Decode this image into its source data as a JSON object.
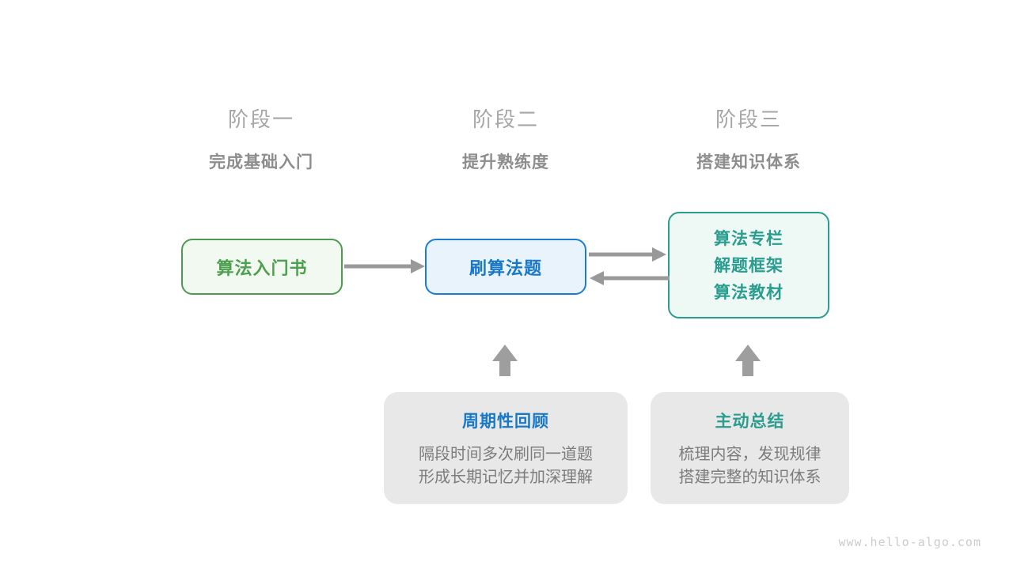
{
  "stages": [
    {
      "label": "阶段一",
      "subtitle": "完成基础入门"
    },
    {
      "label": "阶段二",
      "subtitle": "提升熟练度"
    },
    {
      "label": "阶段三",
      "subtitle": "搭建知识体系"
    }
  ],
  "nodes": {
    "intro_book": {
      "label": "算法入门书"
    },
    "practice": {
      "label": "刷算法题"
    },
    "resources": {
      "lines": [
        "算法专栏",
        "解题框架",
        "算法教材"
      ]
    }
  },
  "notes": [
    {
      "title": "周期性回顾",
      "lines": [
        "隔段时间多次刷同一道题",
        "形成长期记忆并加深理解"
      ]
    },
    {
      "title": "主动总结",
      "lines": [
        "梳理内容，发现规律",
        "搭建完整的知识体系"
      ]
    }
  ],
  "watermark": "www.hello-algo.com",
  "colors": {
    "green": "#4c9b50",
    "blue": "#1878c8",
    "teal": "#2a9d8f",
    "arrow_gray": "#999999",
    "header_gray": "#a6a6a6",
    "note_bg": "#e8e8e8",
    "note_text": "#7c7c7c"
  }
}
